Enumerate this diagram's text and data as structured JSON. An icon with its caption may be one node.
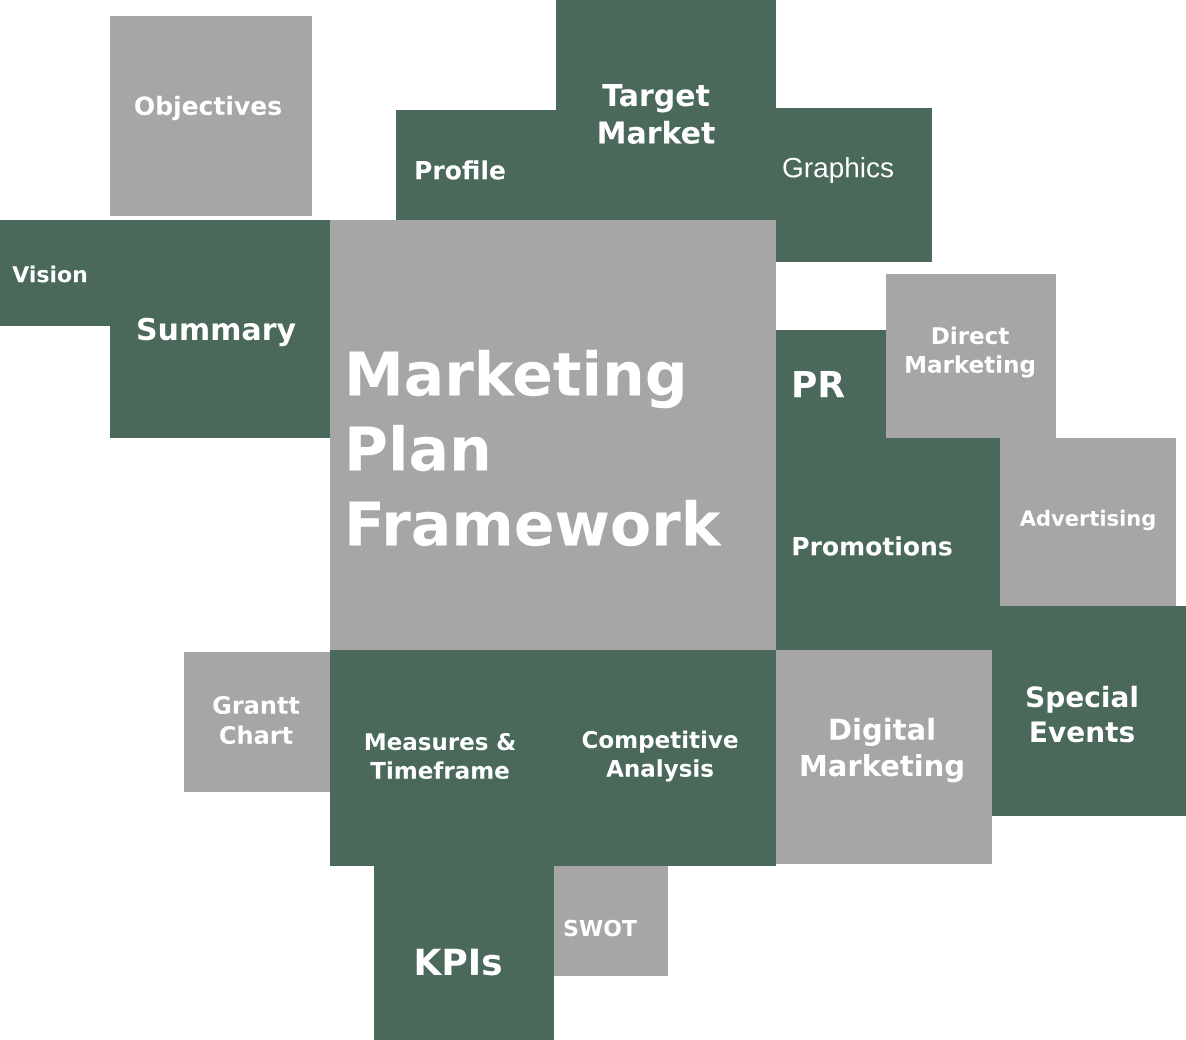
{
  "diagram": {
    "nodes": [
      {
        "text": [
          "Objectives"
        ]
      },
      {
        "text": [
          "Profile"
        ]
      },
      {
        "text": [
          "Target Market"
        ]
      },
      {
        "text": [
          "Graphics"
        ]
      },
      {
        "text": [
          "Vision"
        ]
      },
      {
        "text": [
          "Summary"
        ]
      },
      {
        "text": [
          "Marketing Plan Framework"
        ]
      },
      {
        "text": [
          "Direct Marketing"
        ]
      },
      {
        "text": [
          "PR"
        ]
      },
      {
        "text": [
          "Promotions"
        ]
      },
      {
        "text": [
          "Advertising"
        ]
      },
      {
        "text": [
          "Grantt Chart"
        ]
      },
      {
        "text": [
          "Measures & Timeframe"
        ]
      },
      {
        "text": [
          "Competitive Analysis"
        ]
      },
      {
        "text": [
          "Digital Marketing"
        ]
      },
      {
        "text": [
          "Special Events"
        ]
      },
      {
        "text": [
          "KPIs"
        ]
      },
      {
        "text": [
          "SWOT"
        ]
      }
    ]
  }
}
